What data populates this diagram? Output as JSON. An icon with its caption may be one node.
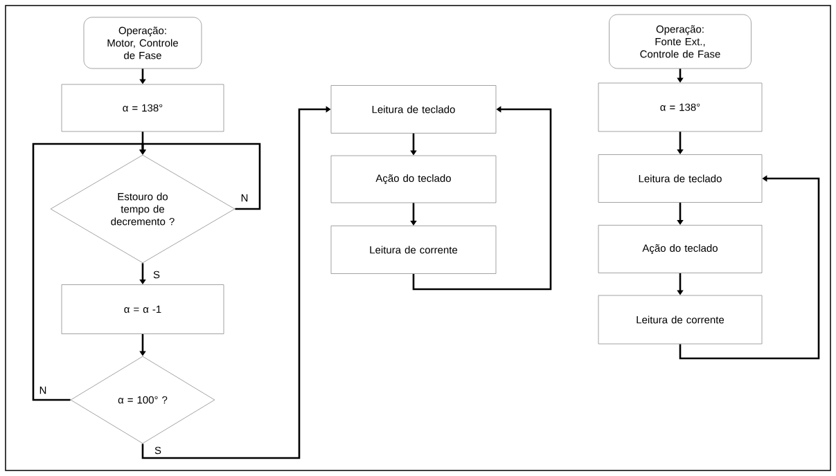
{
  "diagram": {
    "nodes": [
      {
        "text": [
          "Operação: Motor, Controle de Fase"
        ]
      },
      {
        "text": [
          "α = 138°"
        ]
      },
      {
        "text": [
          "Estouro do tempo de decremento ?"
        ]
      },
      {
        "text": [
          "α = α -1"
        ]
      },
      {
        "text": [
          "α = 100° ?"
        ]
      },
      {
        "text": [
          "Leitura de teclado"
        ]
      },
      {
        "text": [
          "Ação do teclado"
        ]
      },
      {
        "text": [
          "Leitura de corrente"
        ]
      },
      {
        "text": [
          "Operação: Fonte Ext., Controle de Fase"
        ]
      },
      {
        "text": [
          "α = 138°"
        ]
      },
      {
        "text": [
          "Leitura de teclado"
        ]
      },
      {
        "text": [
          "Ação do teclado"
        ]
      },
      {
        "text": [
          "Leitura de corrente"
        ]
      }
    ],
    "edges": [
      {
        "from": 0,
        "to": 1,
        "arrow": "to"
      },
      {
        "from": 1,
        "to": 2,
        "arrow": "to"
      },
      {
        "from": 2,
        "to": 3,
        "arrow": "to",
        "label": "S"
      },
      {
        "from": 3,
        "to": 4,
        "arrow": "to"
      },
      {
        "from": 2,
        "to": 2,
        "arrow": "to",
        "label": "N"
      },
      {
        "from": 4,
        "to": 2,
        "arrow": "to",
        "label": "N"
      },
      {
        "from": 4,
        "to": 5,
        "arrow": "to",
        "label": "S"
      },
      {
        "from": 5,
        "to": 6,
        "arrow": "to"
      },
      {
        "from": 6,
        "to": 7,
        "arrow": "to"
      },
      {
        "from": 7,
        "to": 5,
        "arrow": "to"
      },
      {
        "from": 8,
        "to": 9,
        "arrow": "to"
      },
      {
        "from": 9,
        "to": 10,
        "arrow": "to"
      },
      {
        "from": 10,
        "to": 11,
        "arrow": "to"
      },
      {
        "from": 11,
        "to": 12,
        "arrow": "to"
      },
      {
        "from": 12,
        "to": 10,
        "arrow": "to"
      }
    ]
  }
}
